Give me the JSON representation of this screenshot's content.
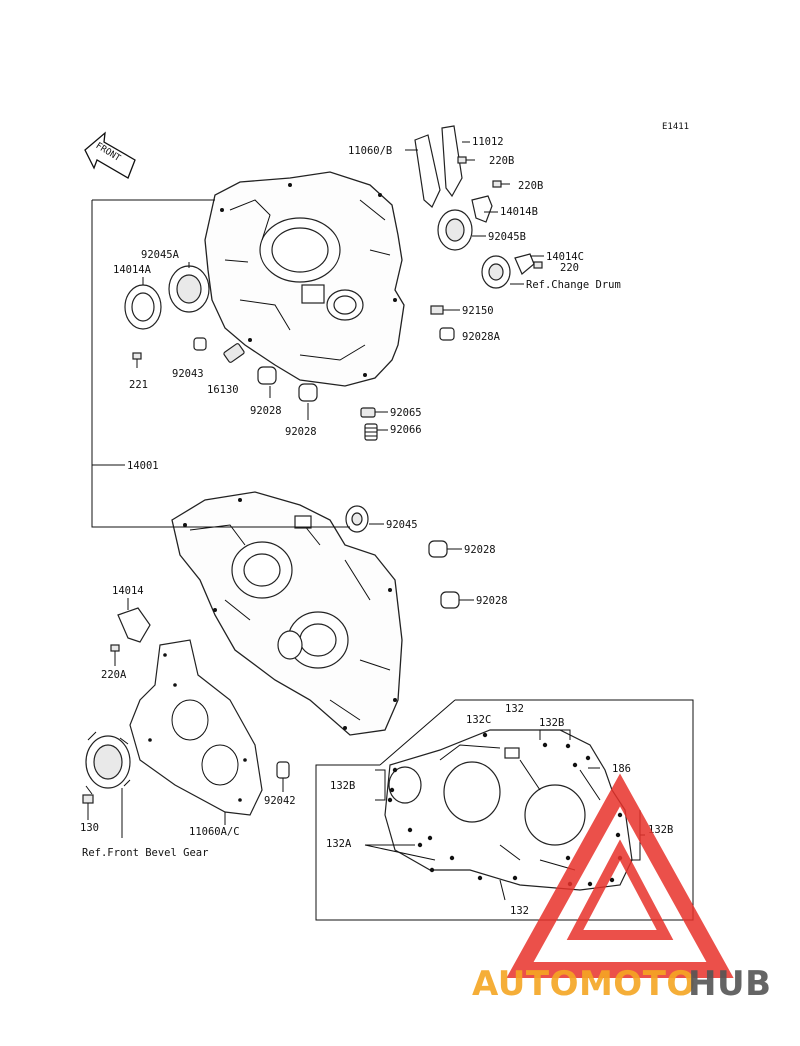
{
  "diagram": {
    "code": "E1411",
    "front_arrow": "FRONT",
    "labels": {
      "l11060b": "11060/B",
      "l11012": "11012",
      "l220b1": "220B",
      "l220b2": "220B",
      "l14014b": "14014B",
      "l92045b": "92045B",
      "l14014c": "14014C",
      "l220": "220",
      "refchange": "Ref.Change Drum",
      "l92150": "92150",
      "l92028a": "92028A",
      "l92045a": "92045A",
      "l14014a": "14014A",
      "l221": "221",
      "l92043": "92043",
      "l16130": "16130",
      "l92028_1": "92028",
      "l92028_2": "92028",
      "l92065": "92065",
      "l92066": "92066",
      "l14001": "14001",
      "l92045": "92045",
      "l92028_3": "92028",
      "l92028_4": "92028",
      "l14014": "14014",
      "l220a": "220A",
      "l92042": "92042",
      "l11060ac": "11060A/C",
      "l130": "130",
      "reffront": "Ref.Front Bevel Gear",
      "l132top": "132",
      "l132c": "132C",
      "l132b1": "132B",
      "l186": "186",
      "l132b2": "132B",
      "l132b3": "132B",
      "l132a": "132A",
      "l132bot": "132"
    }
  },
  "watermark": {
    "part1": "AUTOMOTO",
    "part2": "HUB",
    "color_orange": "#f5a623",
    "color_red": "#e8322b",
    "color_gray": "#555555"
  }
}
